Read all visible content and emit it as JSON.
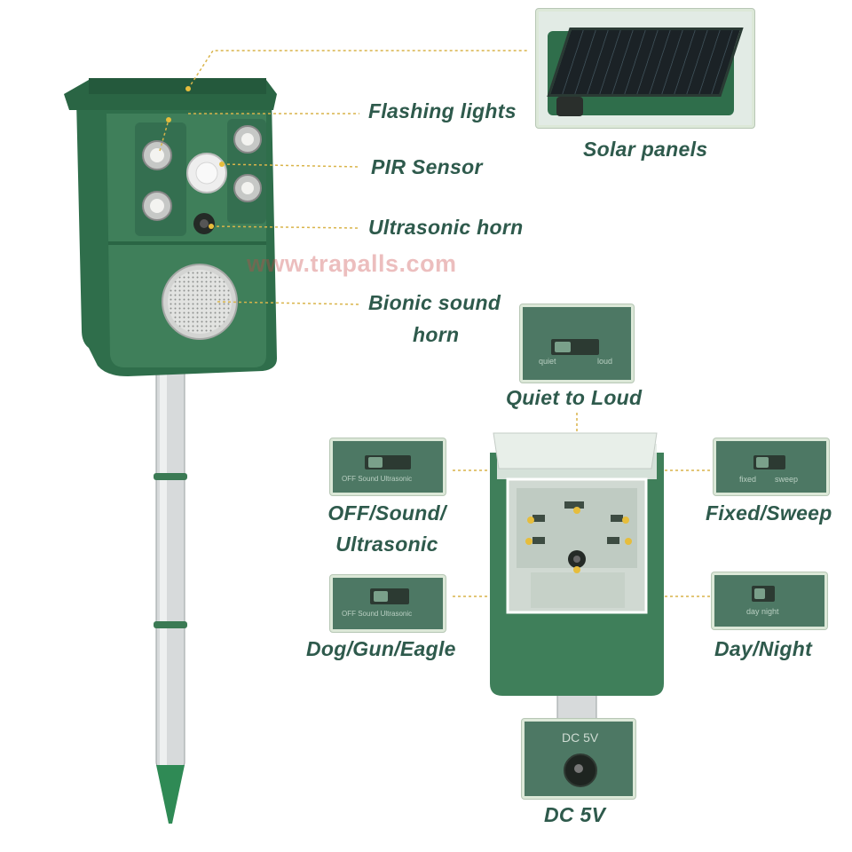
{
  "watermark": "www.trapalls.com",
  "labels": {
    "flashing_lights": "Flashing lights",
    "pir_sensor": "PIR Sensor",
    "ultrasonic_horn": "Ultrasonic horn",
    "bionic_sound_horn_1": "Bionic sound",
    "bionic_sound_horn_2": "horn",
    "solar_panels": "Solar panels",
    "quiet_to_loud": "Quiet to Loud",
    "off_sound_ultrasonic_1": "OFF/Sound/",
    "off_sound_ultrasonic_2": "Ultrasonic",
    "fixed_sweep": "Fixed/Sweep",
    "dog_gun_eagle": "Dog/Gun/Eagle",
    "day_night": "Day/Night",
    "dc_5v": "DC 5V"
  },
  "insets": {
    "quiet_loud": {
      "left": "quiet",
      "right": "loud"
    },
    "off_sound": "OFF Sound Ultrasonic",
    "fixed_sweep": {
      "left": "fixed",
      "right": "sweep"
    },
    "dog_gun": "OFF Sound Ultrasonic",
    "day_night": "day night",
    "dc": "DC 5V"
  },
  "colors": {
    "device_green": "#3f7a57",
    "label_text": "#2e5a4c",
    "leader_line": "#d9b44a"
  }
}
